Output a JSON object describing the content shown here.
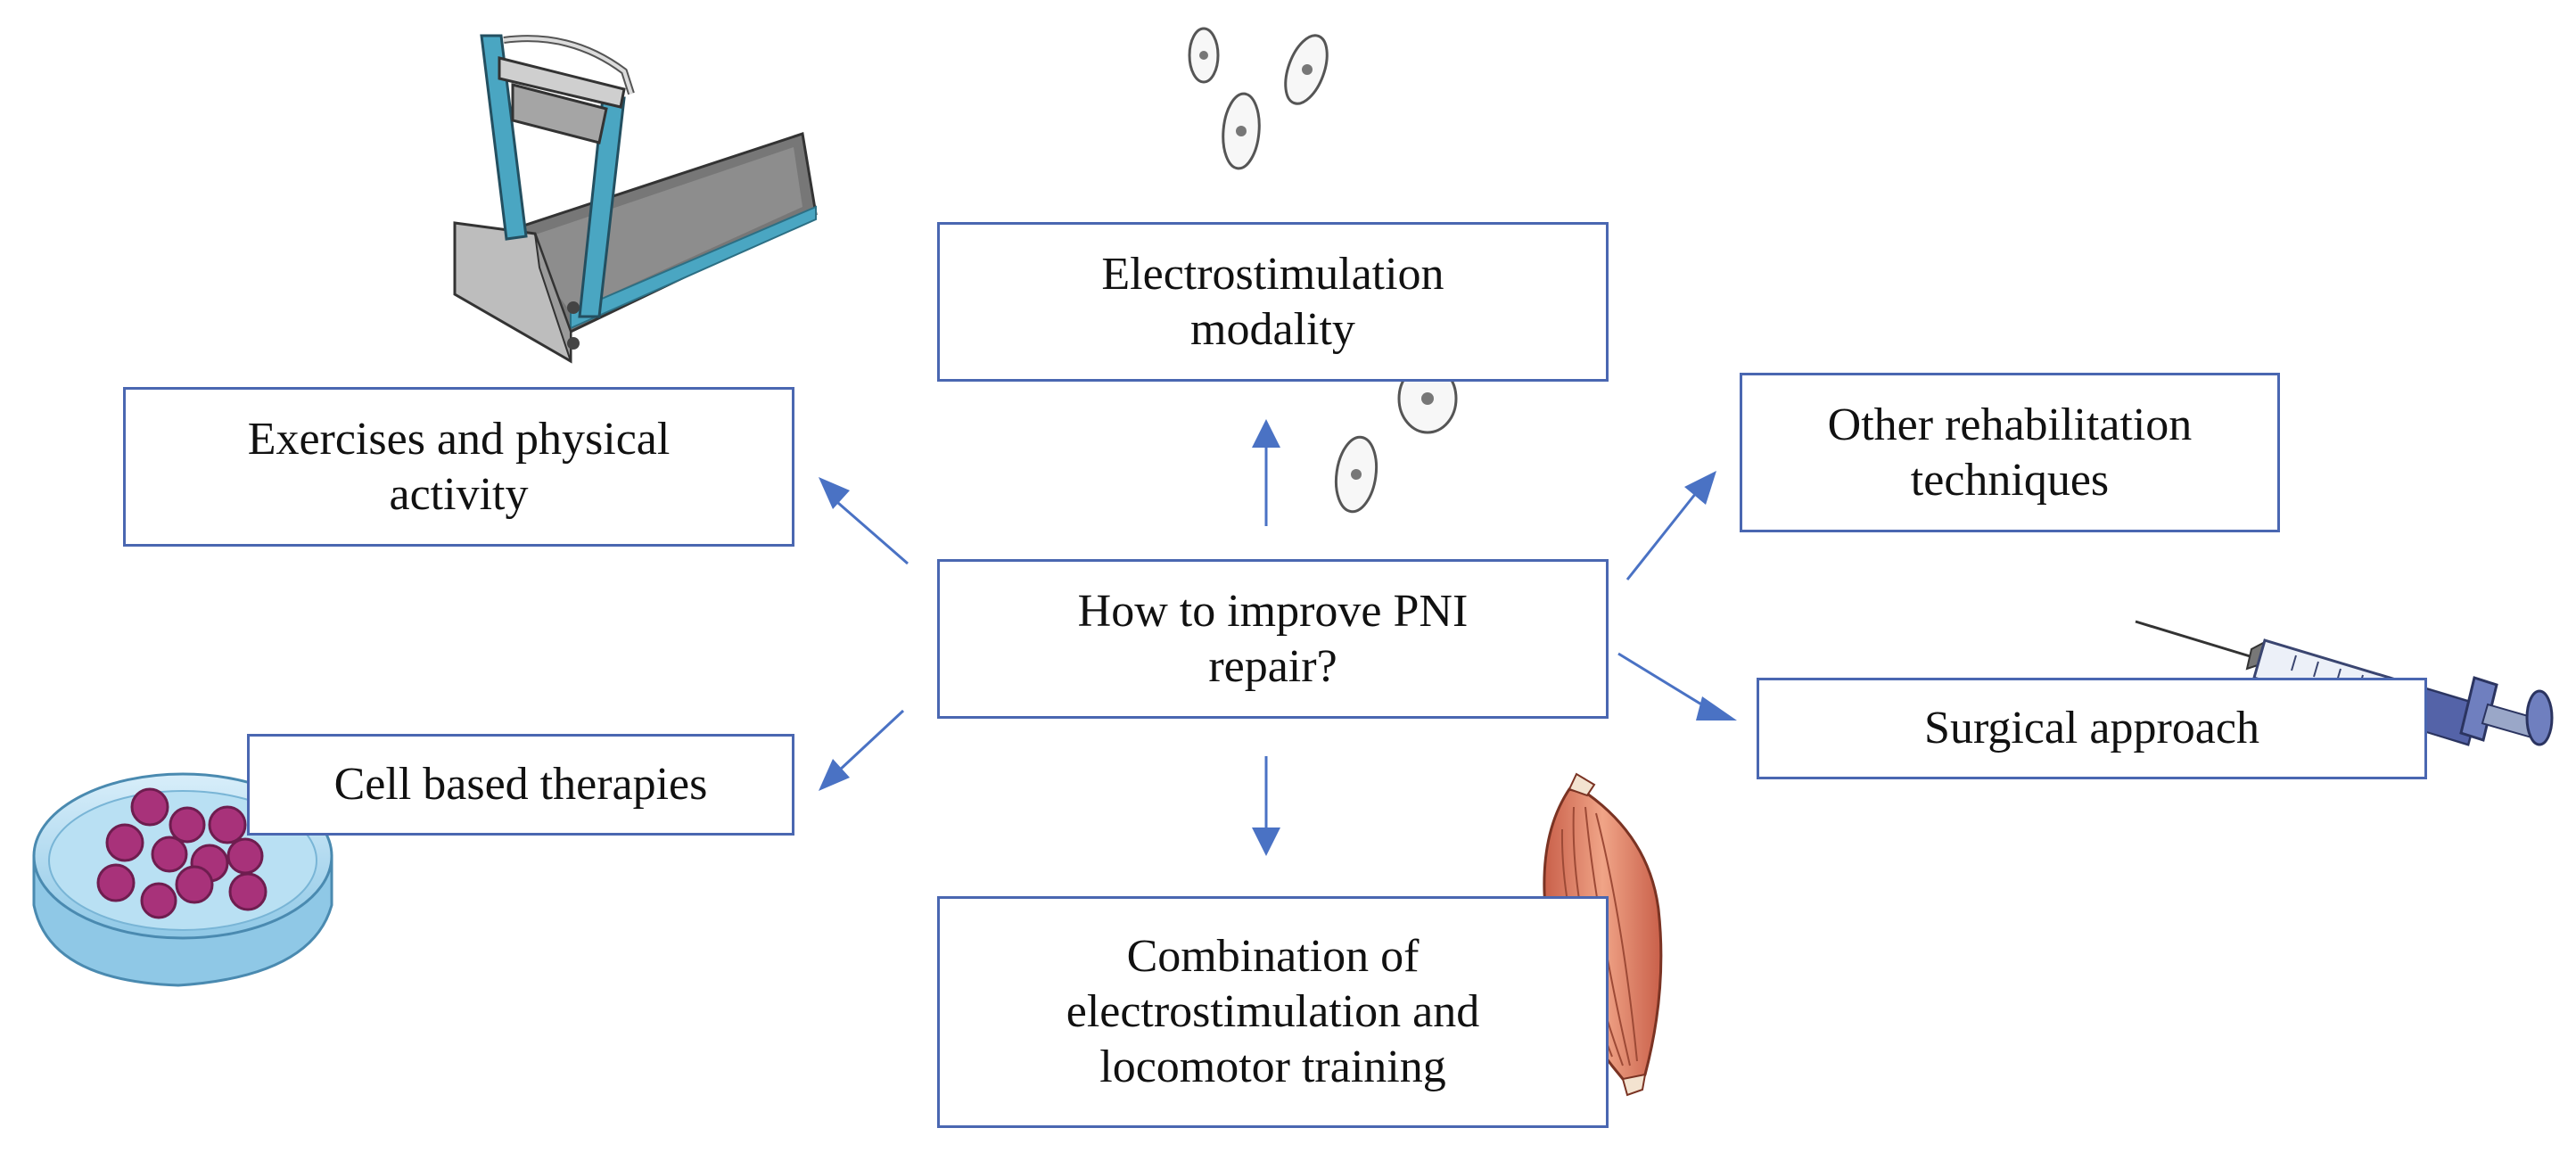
{
  "diagram": {
    "center": "How to improve PNI\nrepair?",
    "nodes": {
      "electrostimulation": "Electrostimulation\nmodality",
      "exercise": "Exercises and physical\nactivity",
      "rehab": "Other rehabilitation\ntechniques",
      "cells": "Cell based therapies",
      "surgery": "Surgical approach",
      "combination": "Combination of\nelectrostimulation and\nlocomotor training"
    }
  },
  "colors": {
    "box_border": "#4a67b1",
    "arrow": "#4a72c4",
    "treadmill_frame": "#4aa6c2",
    "treadmill_belt": "#6f6f6f",
    "dish": "#aed8ee",
    "cells": "#a8327a",
    "muscle": "#e0866a",
    "syringe": "#9aa7c8"
  },
  "icons": [
    "treadmill-icon",
    "neuron-cells-icon",
    "petri-dish-icon",
    "muscle-icon",
    "syringe-icon"
  ]
}
